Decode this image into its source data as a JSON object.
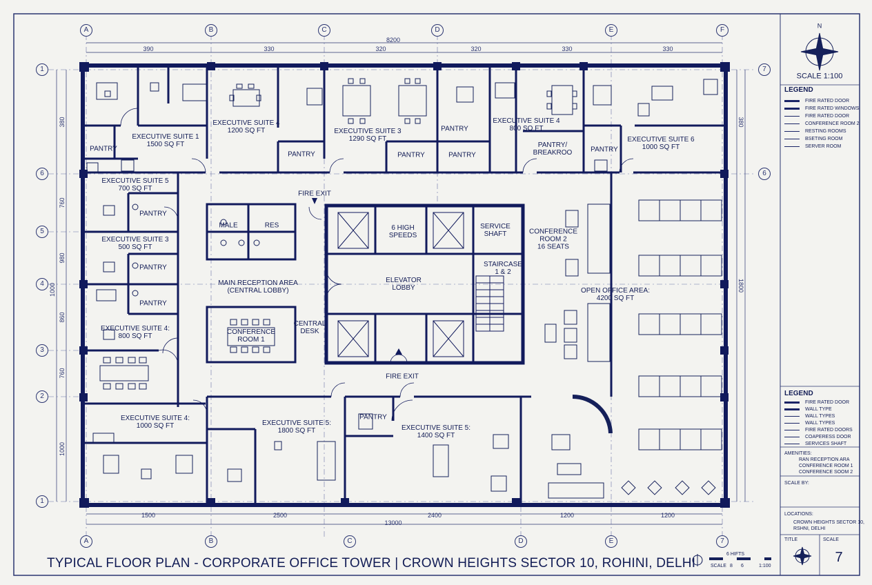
{
  "title": "TYPICAL FLOOR PLAN - CORPORATE OFFICE TOWER | CROWN HEIGHTS SECTOR 10, ROHINI, DELHI",
  "scale_label": "SCALE 1:100",
  "north": "N",
  "grid": {
    "top_letters": [
      "A",
      "B",
      "C",
      "D",
      "E",
      "F"
    ],
    "bottom_letters": [
      "A",
      "B",
      "C",
      "D",
      "E",
      "7"
    ],
    "left_numbers": [
      "1",
      "6",
      "5",
      "4",
      "3",
      "2",
      "1"
    ],
    "right_numbers": [
      "7",
      "6"
    ]
  },
  "dimensions": {
    "top_total": "8200",
    "top": [
      "390",
      "330",
      "320",
      "320",
      "330",
      "330"
    ],
    "bottom_total": "13000",
    "bottom": [
      "1500",
      "2500",
      "2400",
      "1200",
      "1200"
    ],
    "left": [
      "380",
      "760",
      "980",
      "1000",
      "860",
      "760",
      "1000"
    ],
    "right": [
      "380",
      "1800"
    ]
  },
  "rooms": {
    "exec1": "EXECUTIVE SUITE 1\n1500 SQ FT",
    "exec4a": "EXECUTIVE SUITE 4\n1200 SQ FT",
    "exec3a": "EXECUTIVE SUITE 3\n1290 SQ FT",
    "exec4b": "EXECUTIVE SUITE 4\n800 SQ FT",
    "exec6": "EXECUTIVE SUITE 6\n1000 SQ FT",
    "exec5a": "EXECUTIVE SUITE 5\n700 SQ FT",
    "exec3b": "EXECUTIVE SUITE 3\n500 SQ FT",
    "exec4c": "EXECUTIVE SUITE 4:\n800 SQ FT",
    "exec4d": "EXECUTIVE SUITE 4:\n1000 SQ FT",
    "exec5b": "EXECUTIVE SUITE 5:\n1800 SQ FT",
    "exec5c": "EXECUTIVE SUITE 5:\n1400 SQ FT",
    "pantry": "PANTRY",
    "pantry_break": "PANTRY/\nBREAKROO",
    "fire_exit": "FIRE EXIT",
    "male": "MALE",
    "res": "RES",
    "high_speeds": "6 HIGH\nSPEEDS",
    "service_shaft": "SERVICE\nSHAFT",
    "conf2": "CONFERENCE\nROOM 2\n16 SEATS",
    "staircase": "STAIRCASE\n1 & 2",
    "elevator_lobby": "ELEVATOR\nLOBBY",
    "main_reception": "MAIN RECEPTION AREA\n(CENTRAL LOBBY)",
    "central_desk": "CENTRAL\nDESK",
    "conf1": "CONFERENCE\nROOM 1",
    "open_office": "OPEN OFFICE AREA:\n4200 SQ FT"
  },
  "legend1": {
    "title": "LEGEND",
    "items": [
      "FIRE RATED DOOR",
      "FIRE RATED WINDOWS",
      "FIRE RATED DOOR",
      "CONFERENCE ROOM 2",
      "RESTING ROOMS",
      "BSETING ROOM",
      "SERVER ROOM"
    ]
  },
  "legend2": {
    "title": "LEGEND",
    "items": [
      "FIRE RATED DOOR",
      "WALL TYPE",
      "WALL TYPES",
      "WALL TYPES",
      "FIRE RATED DOORS",
      "COAPERESS DOOR",
      "SERVICES SHAFT"
    ]
  },
  "amenities": {
    "title": "AMENITIES:",
    "items": "RAN RECEPTION ARA\nCONFERENCE ROOM 1\nCONFERENCE SOOM 2"
  },
  "scale_by": "SCALE BY:",
  "location": {
    "title": "LOCATIONS:",
    "text": "CROWN HEIGHTS SECTOR 10,\nRSHNI, DELHI"
  },
  "titleblock": {
    "title_label": "TITLE",
    "scale_label": "SCALE",
    "sheet": "7"
  },
  "scalebar": {
    "label_top": "6 HIFTS",
    "label_left": "SCALE",
    "n1": "8",
    "n2": "6",
    "ratio": "1:100"
  },
  "colors": {
    "ink": "#15205a",
    "paper": "#f3f3f0",
    "wall": "#111a5c"
  }
}
